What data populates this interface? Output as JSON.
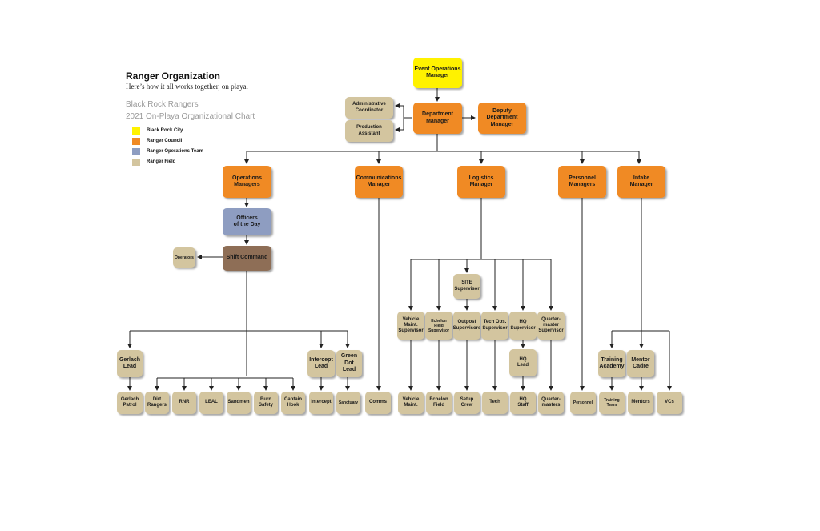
{
  "header": {
    "title": "Ranger Organization",
    "subtitle": "Here’s how it all works together, on playa.",
    "org_line1": "Black Rock Rangers",
    "org_line2": "2021 On-Playa Organizational Chart"
  },
  "legend": [
    {
      "label": "Black Rock City",
      "color": "#fff200"
    },
    {
      "label": "Ranger Council",
      "color": "#f08a24"
    },
    {
      "label": "Ranger Operations Team",
      "color": "#8e9dc1"
    },
    {
      "label": "Ranger Field",
      "color": "#d3c59f"
    }
  ],
  "nodes": {
    "event_ops_manager": "Event Operations\nManager",
    "admin_coordinator": "Administrative\nCoordinator",
    "production_assistant": "Production\nAssistant",
    "department_manager": "Department\nManager",
    "deputy_department_manager": "Deputy\nDepartment\nManager",
    "operations_managers": "Operations\nManagers",
    "communications_manager": "Communications\nManager",
    "logistics_manager": "Logistics\nManager",
    "personnel_managers": "Personnel\nManagers",
    "intake_manager": "Intake\nManager",
    "officers_of_the_day": "Officers\nof the Day",
    "shift_command": "Shift Command",
    "operators": "Operators",
    "gerlach_lead": "Gerlach\nLead",
    "intercept_lead": "Intercept\nLead",
    "green_dot_lead": "Green\nDot\nLead",
    "gerlach_patrol": "Gerlach\nPatrol",
    "dirt_rangers": "Dirt\nRangers",
    "rnr": "RNR",
    "leal": "LEAL",
    "sandmen": "Sandmen",
    "burn_safety": "Burn\nSafety",
    "captain_hook": "Captain\nHook",
    "intercept": "Intercept",
    "sanctuary": "Sanctuary",
    "comms": "Comms",
    "site_supervisor": "SITE\nSupervisor",
    "vehicle_maint_supervisor": "Vehicle\nMaint.\nSupervisor",
    "echelon_field_supervisor": "Echelon\nField\nSupervisor",
    "outpost_supervisors": "Outpost\nSupervisors",
    "tech_ops_supervisor": "Tech Ops.\nSupervisor",
    "hq_supervisor": "HQ\nSupervisor",
    "quartermaster_supervisor": "Quarter-\nmaster\nSupervisor",
    "hq_lead": "HQ\nLead",
    "vehicle_maint": "Vehicle\nMaint.",
    "echelon_field": "Echelon\nField",
    "setup_crew": "Setup\nCrew",
    "tech": "Tech",
    "hq_staff": "HQ\nStaff",
    "quartermasters": "Quarter-\nmasters",
    "personnel": "Personnel",
    "training_academy": "Training\nAcademy",
    "mentor_cadre": "Mentor\nCadre",
    "training_team": "Training\nTeam",
    "mentors": "Mentors",
    "vcs": "VCs"
  }
}
